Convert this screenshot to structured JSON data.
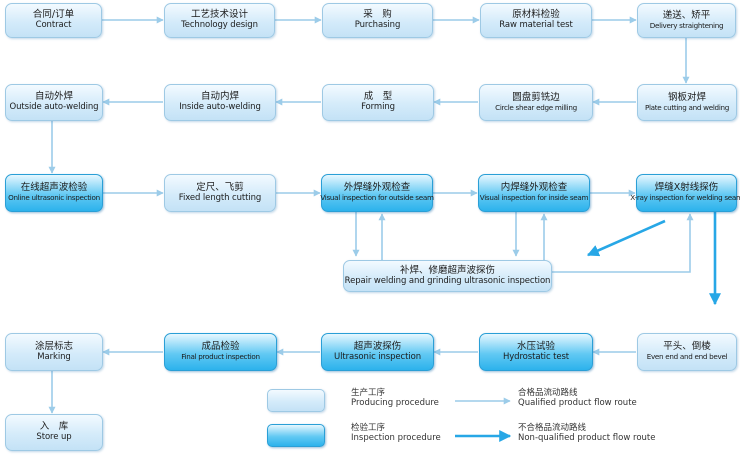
{
  "nodes": {
    "contract": {
      "zh": "合同/订单",
      "en": "Contract"
    },
    "technology_design": {
      "zh": "工艺技术设计",
      "en": "Technology design"
    },
    "purchasing": {
      "zh": "采　购",
      "en": "Purchasing"
    },
    "raw_material_test": {
      "zh": "原材料检验",
      "en": "Raw material test"
    },
    "delivery_straightening": {
      "zh": "递送、矫平",
      "en": "Delivery straightening"
    },
    "plate_cutting_welding": {
      "zh": "钢板对焊",
      "en": "Plate cutting and welding"
    },
    "circle_shear_edge_milling": {
      "zh": "圆盘剪铣边",
      "en": "Circle shear edge milling"
    },
    "forming": {
      "zh": "成　型",
      "en": "Forming"
    },
    "inside_auto_welding": {
      "zh": "自动内焊",
      "en": "Inside auto-welding"
    },
    "outside_auto_welding": {
      "zh": "自动外焊",
      "en": "Outside auto-welding"
    },
    "online_ultrasonic_inspection": {
      "zh": "在线超声波检验",
      "en": "Online ultrasonic inspection"
    },
    "fixed_length_cutting": {
      "zh": "定尺、飞剪",
      "en": "Fixed length cutting"
    },
    "visual_outside_seam": {
      "zh": "外焊缝外观检查",
      "en": "Visual inspection for outside seam"
    },
    "visual_inside_seam": {
      "zh": "内焊缝外观检查",
      "en": "Visual inspection for inside seam"
    },
    "xray_inspection": {
      "zh": "焊缝X射线探伤",
      "en": "X-ray inspection for welding seam"
    },
    "repair_welding": {
      "zh": "补焊、修磨超声波探伤",
      "en": "Repair welding and grinding ultrasonic inspection"
    },
    "even_end_bevel": {
      "zh": "平头、倒棱",
      "en": "Even end and end bevel"
    },
    "hydrostatic_test": {
      "zh": "水压试验",
      "en": "Hydrostatic test"
    },
    "ultrasonic_inspection": {
      "zh": "超声波探伤",
      "en": "Ultrasonic inspection"
    },
    "final_product_inspection": {
      "zh": "成品检验",
      "en": "Final product inspection"
    },
    "marking": {
      "zh": "涂层标志",
      "en": "Marking"
    },
    "store_up": {
      "zh": "入　库",
      "en": "Store up"
    }
  },
  "legend": {
    "producing_procedure": {
      "zh": "生产工序",
      "en": "Producing procedure"
    },
    "inspection_procedure": {
      "zh": "检验工序",
      "en": "Inspection procedure"
    },
    "qualified_route": {
      "zh": "合格品流动路线",
      "en": "Qualified product flow route"
    },
    "nonqualified_route": {
      "zh": "不合格品流动路线",
      "en": "Non-qualified product flow route"
    }
  },
  "colors": {
    "produce_fill": "#d4ebfa",
    "inspect_fill": "#2cb2ec",
    "qualified_arrow": "#9ccce9",
    "nonqualified_arrow": "#27a7e6"
  }
}
